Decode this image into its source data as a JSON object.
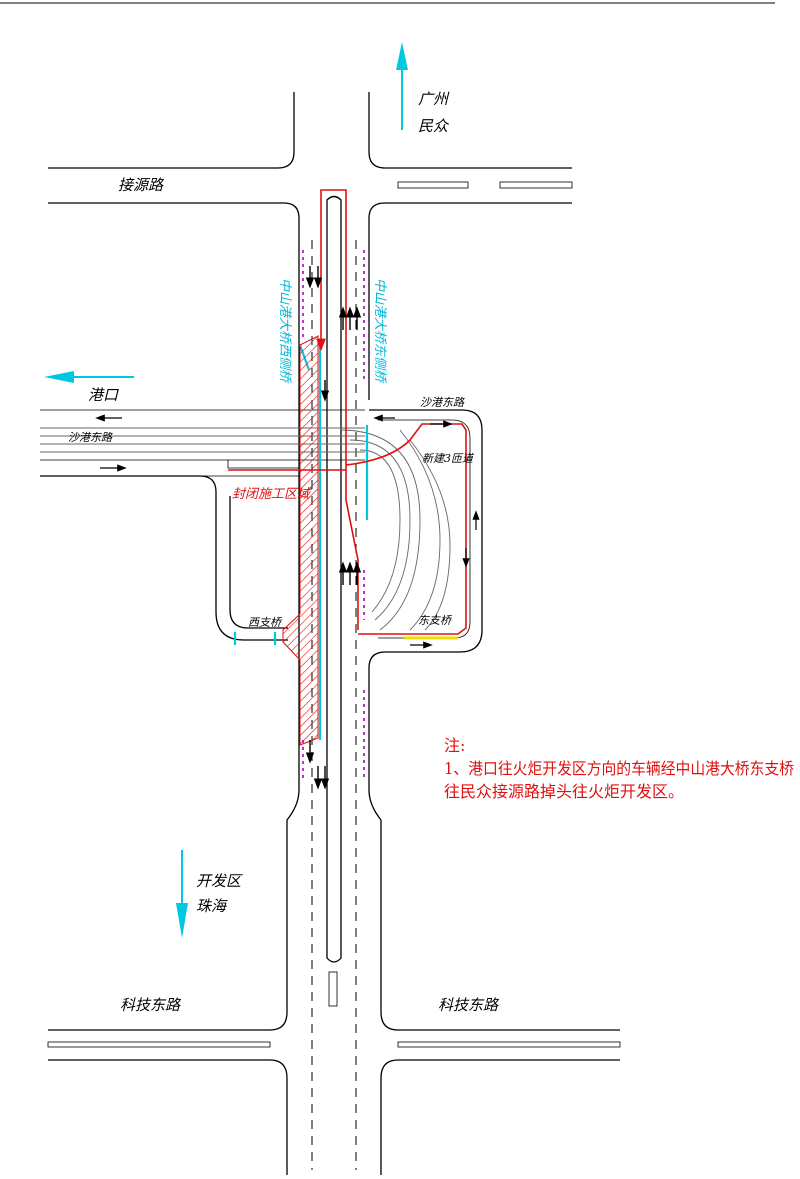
{
  "colors": {
    "road": "#000000",
    "arrow_cyan": "#00c8e0",
    "route_red": "#e01010",
    "lane_purple": "#b000c8",
    "marking_yellow": "#f0e000"
  },
  "labels": {
    "north_dest_1": "广州",
    "north_dest_2": "民众",
    "road_jieyuan": "接源路",
    "bridge_west": "中山港大桥西侧桥",
    "bridge_east": "中山港大桥东侧桥",
    "west_dest": "港口",
    "road_shagang_west": "沙港东路",
    "road_shagang_east": "沙港东路",
    "ramp_name": "新建3匝道",
    "closed_zone": "封闭施工区域",
    "west_branch_bridge": "西支桥",
    "east_branch_bridge": "东支桥",
    "south_dest_1": "开发区",
    "south_dest_2": "珠海",
    "road_keji_west": "科技东路",
    "road_keji_east": "科技东路"
  },
  "note": {
    "title": "注:",
    "line1": "1、港口往火炬开发区方向的车辆经中山港大桥东支桥",
    "line2": "往民众接源路掉头往火炬开发区。"
  }
}
